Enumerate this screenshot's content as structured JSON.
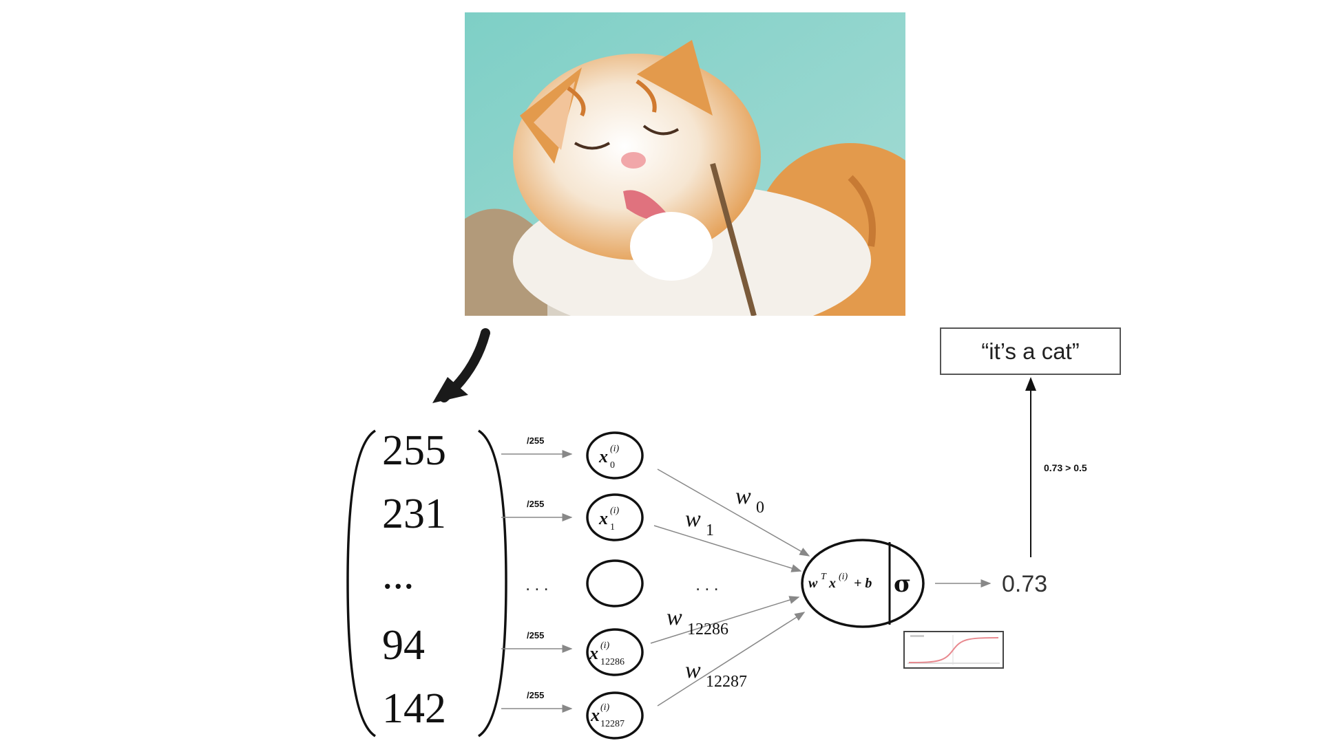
{
  "pixel_values": [
    "255",
    "231",
    "...",
    "94",
    "142"
  ],
  "scale_label": "/255",
  "ellipsis": "...",
  "inputs": [
    {
      "sub": "0",
      "sup": "(i)"
    },
    {
      "sub": "1",
      "sup": "(i)"
    },
    {
      "sub": "12286",
      "sup": "(i)"
    },
    {
      "sub": "12287",
      "sup": "(i)"
    }
  ],
  "weights": [
    {
      "base": "w",
      "sub": "0"
    },
    {
      "base": "w",
      "sub": "1"
    },
    {
      "base": "w",
      "sub": "12286"
    },
    {
      "base": "w",
      "sub": "12287"
    }
  ],
  "input_symbol": "x",
  "neuron": {
    "linear": "w",
    "linear_sup": "T",
    "linear_x": "x",
    "linear_x_sup": "(i)",
    "linear_tail": "+ b",
    "activation": "σ"
  },
  "output_value": "0.73",
  "threshold": "0.73 > 0.5",
  "prediction": "“it’s a cat”",
  "colors": {
    "arrow": "#888888",
    "photo_background": "#8fd0c8",
    "cat_orange": "#e39a4c"
  }
}
